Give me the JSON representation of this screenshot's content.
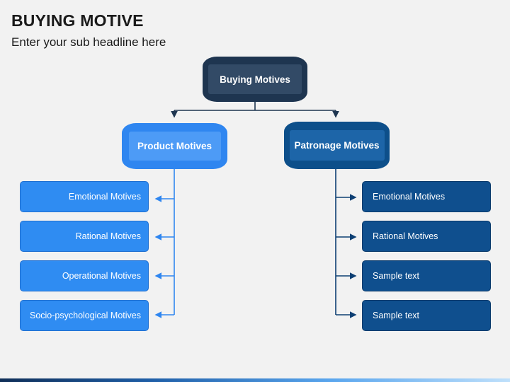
{
  "header": {
    "title": "BUYING MOTIVE",
    "subtitle": "Enter your sub headline here"
  },
  "diagram": {
    "root": {
      "label": "Buying Motives"
    },
    "branches": [
      {
        "label": "Product Motives",
        "items": [
          "Emotional Motives",
          "Rational Motives",
          "Operational Motives",
          "Socio-psychological Motives"
        ]
      },
      {
        "label": "Patronage Motives",
        "items": [
          "Emotional Motives",
          "Rational Motives",
          "Sample text",
          "Sample text"
        ]
      }
    ]
  },
  "colors": {
    "root": "#1e3550",
    "product": "#2f86f0",
    "patronage": "#0d4f8a",
    "left_items": "#2f8cf2",
    "right_items": "#0f4f8e",
    "connector_left": "#2f86f0",
    "connector_right": "#0d3f73",
    "connector_root": "#1e3550"
  }
}
